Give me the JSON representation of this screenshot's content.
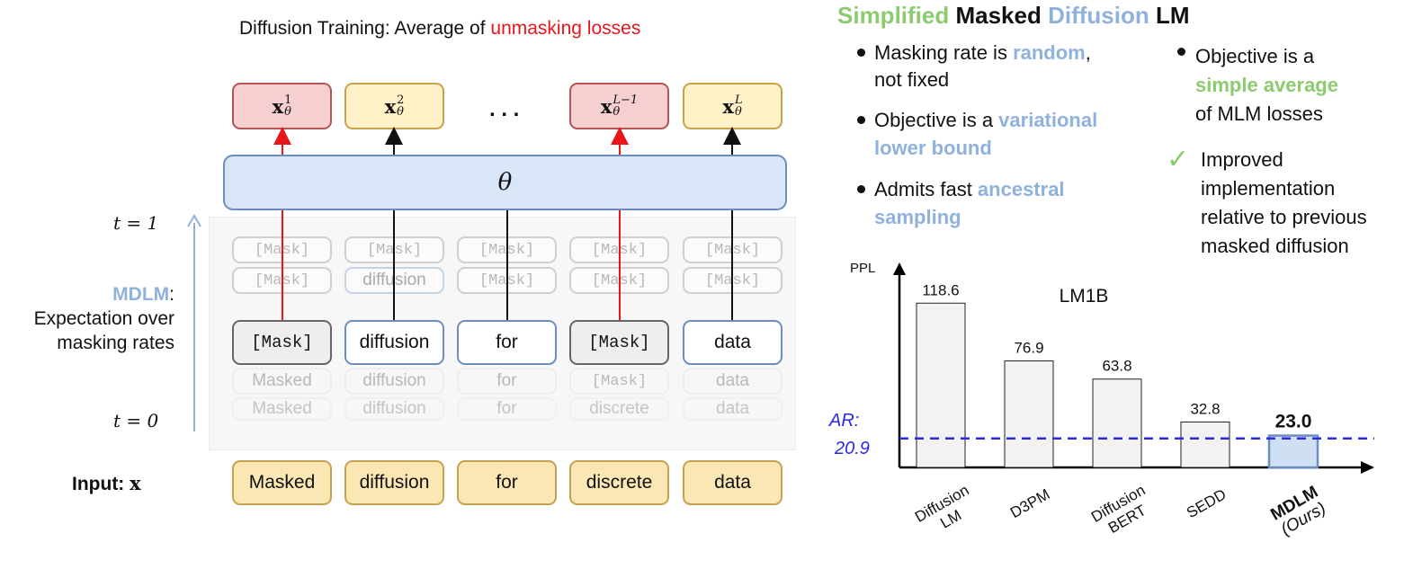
{
  "left": {
    "title_prefix": "Diffusion Training: Average of ",
    "title_highlight": "unmasking losses",
    "outputs": [
      {
        "sub": "θ",
        "sup": "1",
        "style": "red"
      },
      {
        "sub": "θ",
        "sup": "2",
        "style": "yellow"
      },
      {
        "sub": "θ",
        "sup": "L−1",
        "style": "red"
      },
      {
        "sub": "θ",
        "sup": "L",
        "style": "yellow"
      }
    ],
    "output_base": "x",
    "ellipsis": ". . .",
    "theta": "θ",
    "t_top": "t = 1",
    "t_bottom": "t = 0",
    "mdlm_label": "MDLM",
    "mdlm_desc_line1": ": ",
    "mdlm_desc_line2": "Expectation over",
    "mdlm_desc_line3": "masking rates",
    "ghost_row1": [
      "[Mask]",
      "[Mask]",
      "[Mask]",
      "[Mask]",
      "[Mask]"
    ],
    "ghost_row2": [
      "[Mask]",
      "diffusion",
      "[Mask]",
      "[Mask]",
      "[Mask]"
    ],
    "current_row": [
      "[Mask]",
      "diffusion",
      "for",
      "[Mask]",
      "data"
    ],
    "ghost_row4": [
      "Masked",
      "diffusion",
      "for",
      "[Mask]",
      "data"
    ],
    "ghost_row5": [
      "Masked",
      "diffusion",
      "for",
      "discrete",
      "data"
    ],
    "input_label": "Input: ",
    "input_var": "x",
    "input_row": [
      "Masked",
      "diffusion",
      "for",
      "discrete",
      "data"
    ]
  },
  "right": {
    "title_w1": "Simplified",
    "title_w2": " Masked ",
    "title_w3": "Diffusion",
    "title_w4": " LM",
    "bullets": {
      "b1_l1_a": "Masking rate is ",
      "b1_l1_b": "random",
      "b1_l1_c": ",",
      "b1_l2": "not fixed",
      "b2_l1_a": "Objective is a ",
      "b2_l1_b": "variational",
      "b2_l2": "lower bound",
      "b3_l1_a": "Admits fast ",
      "b3_l1_b": "ancestral",
      "b3_l2": "sampling",
      "b4_l1": "Objective is a",
      "b4_l2": "simple average",
      "b4_l3": "of MLM losses",
      "b5_l1": "Improved",
      "b5_l2": "implementation",
      "b5_l3": "relative to previous",
      "b5_l4": "masked diffusion"
    },
    "check": "✓"
  },
  "chart_data": {
    "type": "bar",
    "title": "LM1B",
    "ylabel": "PPL",
    "categories": [
      "Diffusion LM",
      "D3PM",
      "Diffusion BERT",
      "SEDD",
      "MDLM (Ours)"
    ],
    "category_lines": [
      [
        "Diffusion",
        "LM"
      ],
      [
        "D3PM"
      ],
      [
        "Diffusion",
        "BERT"
      ],
      [
        "SEDD"
      ],
      [
        "MDLM",
        "(Ours)"
      ]
    ],
    "values": [
      118.6,
      76.9,
      63.8,
      32.8,
      23.0
    ],
    "value_labels": [
      "118.6",
      "76.9",
      "63.8",
      "32.8",
      "23.0"
    ],
    "highlight_index": 4,
    "reference": {
      "label_line1": "AR:",
      "label_line2": "20.9",
      "value": 20.9
    },
    "colors": {
      "bar": "#f2f2f2",
      "bar_highlight": "#cfe0f5",
      "highlight_edge": "#6c8ebf",
      "reference": "#2a2ae6"
    },
    "ylim": [
      0,
      135
    ]
  }
}
